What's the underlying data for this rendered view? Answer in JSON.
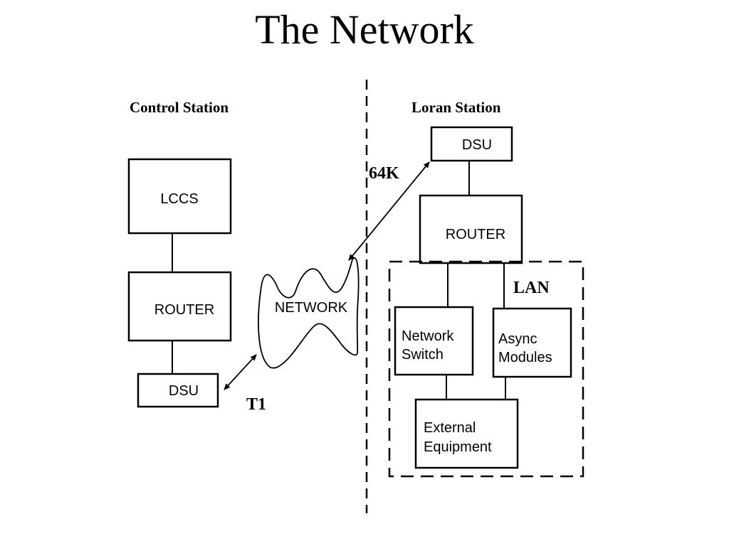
{
  "title": "The Network",
  "sections": {
    "control_station": "Control Station",
    "loran_station": "Loran Station",
    "lan": "LAN"
  },
  "links": {
    "t1": "T1",
    "k64": "64K"
  },
  "control_station": {
    "lccs": "LCCS",
    "router": "ROUTER",
    "dsu": "DSU"
  },
  "network_cloud": "NETWORK",
  "loran_station": {
    "dsu": "DSU",
    "router": "ROUTER",
    "network_switch": [
      "Network",
      "Switch"
    ],
    "async_modules": [
      "Async",
      "Modules"
    ],
    "external_equipment": [
      "External",
      "Equipment"
    ]
  }
}
